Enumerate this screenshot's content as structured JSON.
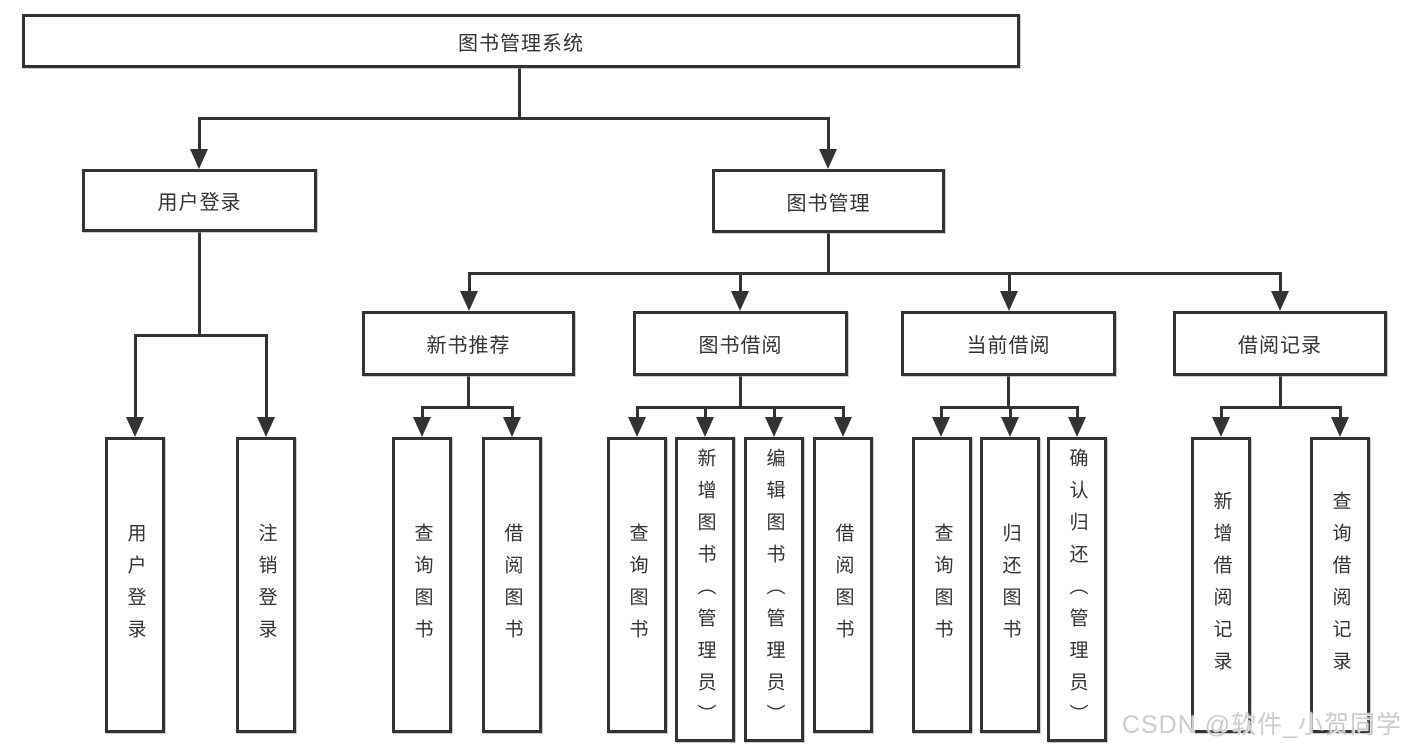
{
  "diagram": {
    "root": {
      "label": "图书管理系统"
    },
    "branches": [
      {
        "label": "用户登录",
        "children": [
          {
            "label": "用户登录"
          },
          {
            "label": "注销登录"
          }
        ]
      },
      {
        "label": "图书管理",
        "children": [
          {
            "label": "新书推荐",
            "children": [
              {
                "label": "查询图书"
              },
              {
                "label": "借阅图书"
              }
            ]
          },
          {
            "label": "图书借阅",
            "children": [
              {
                "label": "查询图书"
              },
              {
                "label": "新增图书（管理员）"
              },
              {
                "label": "编辑图书（管理员）"
              },
              {
                "label": "借阅图书"
              }
            ]
          },
          {
            "label": "当前借阅",
            "children": [
              {
                "label": "查询图书"
              },
              {
                "label": "归还图书"
              },
              {
                "label": "确认归还（管理员）"
              }
            ]
          },
          {
            "label": "借阅记录",
            "children": [
              {
                "label": "新增借阅记录"
              },
              {
                "label": "查询借阅记录"
              }
            ]
          }
        ]
      }
    ]
  },
  "watermark": {
    "label": "CSDN @软件_小贺同学",
    "color": "#cccccc"
  },
  "colors": {
    "line": "#333333",
    "text": "#333333",
    "background": "#ffffff"
  }
}
